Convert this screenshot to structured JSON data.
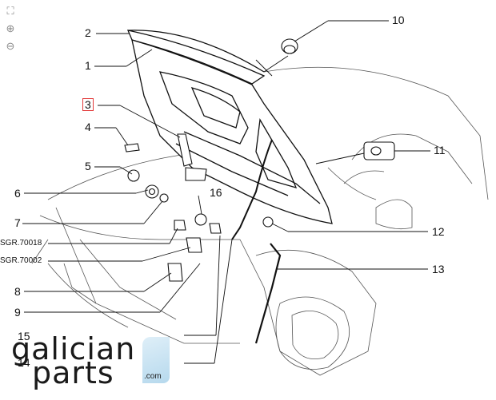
{
  "toolbar": {
    "fit_icon": "fit-to-screen-icon",
    "zoom_in_icon": "zoom-in-icon",
    "zoom_out_icon": "zoom-out-icon"
  },
  "callouts": {
    "c1": "1",
    "c2": "2",
    "c3": "3",
    "c4": "4",
    "c5": "5",
    "c6": "6",
    "c7": "7",
    "c8": "8",
    "c9": "9",
    "c10": "10",
    "c11": "11",
    "c12": "12",
    "c13": "13",
    "c14": "14",
    "c15": "15",
    "c16": "16",
    "sgr1": "SGR.70018",
    "sgr2": "SGR.70002"
  },
  "logo": {
    "line1": "galician",
    "line2": "parts",
    "suffix": ".com"
  },
  "colors": {
    "highlight": "#e23a3a",
    "ink": "#1a1a1a"
  }
}
